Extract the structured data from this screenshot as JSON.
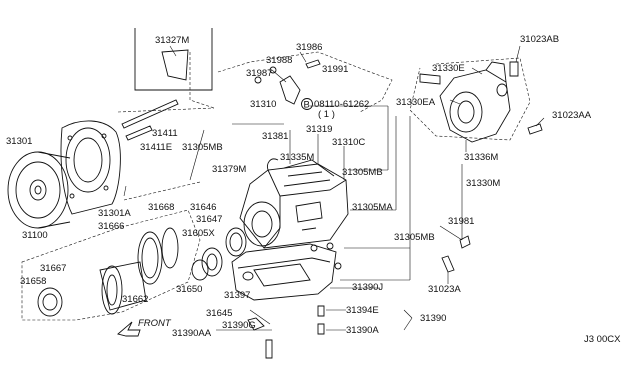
{
  "labels": {
    "p31327M": "31327M",
    "p31986": "31986",
    "p31988": "31988",
    "p31987": "31987",
    "p31991": "31991",
    "p31310": "31310",
    "bolt_code": "08110-61262",
    "bolt_qty": "( 1 )",
    "bolt_prefix": "B",
    "p31330E": "31330E",
    "p31330EA": "31330EA",
    "p31023AB": "31023AB",
    "p31023AA": "31023AA",
    "p31301": "31301",
    "p31411": "31411",
    "p31411E": "31411E",
    "p31305MB_1": "31305MB",
    "p31381": "31381",
    "p31319": "31319",
    "p31310C": "31310C",
    "p31379M": "31379M",
    "p31335M": "31335M",
    "p31336M": "31336M",
    "p31330M": "31330M",
    "p31305MB_2": "31305MB",
    "p31305MA": "31305MA",
    "p31305MB_3": "31305MB",
    "p31100": "31100",
    "p31301A": "31301A",
    "p31668": "31668",
    "p31666": "31666",
    "p31646": "31646",
    "p31647": "31647",
    "p31605X": "31605X",
    "p31981": "31981",
    "p31667": "31667",
    "p31658": "31658",
    "p31662": "31662",
    "p31650": "31650",
    "p31397": "31397",
    "p31390J": "31390J",
    "p31023A": "31023A",
    "p31645": "31645",
    "p31394E": "31394E",
    "p31390": "31390",
    "p31390G": "31390G",
    "p31390AA": "31390AA",
    "p31390A": "31390A",
    "front": "FRONT",
    "code": "J3  00CX"
  }
}
